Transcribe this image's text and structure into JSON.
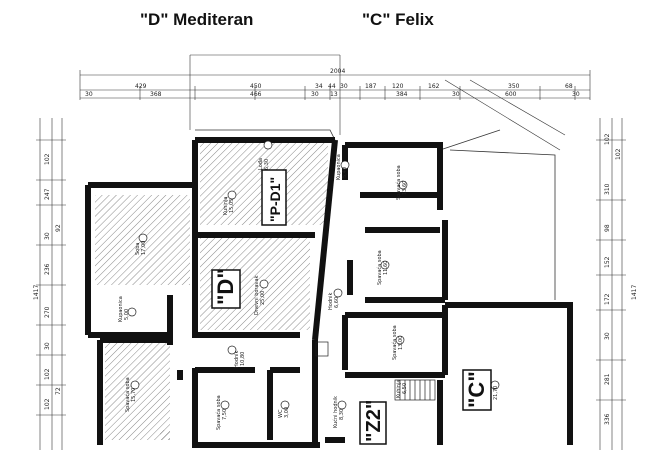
{
  "titles": {
    "left": "\"D\" Mediteran",
    "right": "\"C\" Felix"
  },
  "unit_labels": {
    "d": "\"D\"",
    "pd1": "\"P-D1\"",
    "c": "\"C\"",
    "z2": "\"Z2\""
  },
  "dimensions": {
    "top_total": "2004",
    "top_row1": [
      "429",
      "450",
      "34",
      "44",
      "30",
      "187",
      "120",
      "162",
      "350",
      "68"
    ],
    "top_row2": [
      "30",
      "368",
      "466",
      "30",
      "13",
      "384",
      "30",
      "600",
      "30"
    ],
    "left_col": [
      "102",
      "247",
      "30",
      "236",
      "270",
      "30",
      "102",
      "102",
      "92",
      "72"
    ],
    "left_total": "1417",
    "right_col": [
      "102",
      "310",
      "98",
      "152",
      "172",
      "30",
      "281",
      "336",
      "102"
    ],
    "right_total": "1417"
  },
  "rooms": [
    {
      "name": "Lođa",
      "area": "6,30"
    },
    {
      "name": "Kuhinja",
      "area": "15,05"
    },
    {
      "name": "Soba",
      "area": "17,00"
    },
    {
      "name": "Dnevni boravak",
      "area": "25,00"
    },
    {
      "name": "Kupaonica",
      "area": "5,00"
    },
    {
      "name": "Spavaća soba",
      "area": "15,70"
    },
    {
      "name": "Spavaća soba",
      "area": "7,50"
    },
    {
      "name": "Hodnik",
      "area": "10,80"
    },
    {
      "name": "WC",
      "area": "3,00"
    },
    {
      "name": "Hodnik",
      "area": "6,60"
    },
    {
      "name": "Spavaća soba",
      "area": "13,60"
    },
    {
      "name": "Spavaća soba",
      "area": "11,60"
    },
    {
      "name": "Kupaonica",
      "area": "5,40"
    },
    {
      "name": "Spavaća soba",
      "area": "13,00"
    },
    {
      "name": "Dnevni boravak",
      "area": "21,70"
    },
    {
      "name": "Kućni hodnik",
      "area": "8,30"
    },
    {
      "name": "Kuhinja",
      "area": "6,50"
    }
  ]
}
